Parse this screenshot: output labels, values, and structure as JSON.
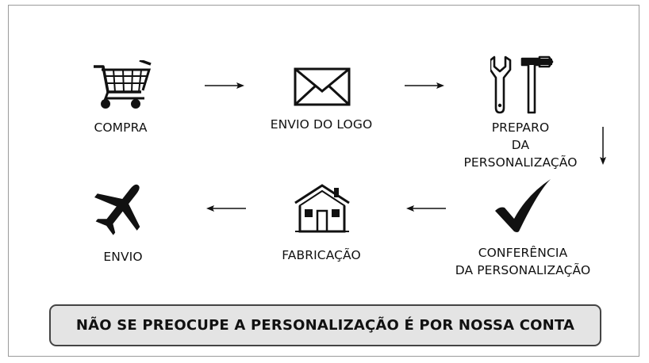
{
  "steps": [
    {
      "label": "COMPRA",
      "icon": "shopping-cart-icon"
    },
    {
      "label": "ENVIO DO LOGO",
      "icon": "envelope-icon"
    },
    {
      "label": "PREPARO\nDA\nPERSONALIZAÇÃO",
      "icon": "tools-icon"
    },
    {
      "label": "CONFERÊNCIA\nDA PERSONALIZAÇÃO",
      "icon": "checkmark-icon"
    },
    {
      "label": "FABRICAÇÃO",
      "icon": "house-icon"
    },
    {
      "label": "ENVIO",
      "icon": "airplane-icon"
    }
  ],
  "banner": {
    "text": "NÃO SE PREOCUPE A PERSONALIZAÇÃO É POR NOSSA CONTA"
  },
  "colors": {
    "ink": "#111111",
    "banner_bg": "#e4e4e4",
    "banner_border": "#444444",
    "frame_border": "#9a9a9a"
  }
}
